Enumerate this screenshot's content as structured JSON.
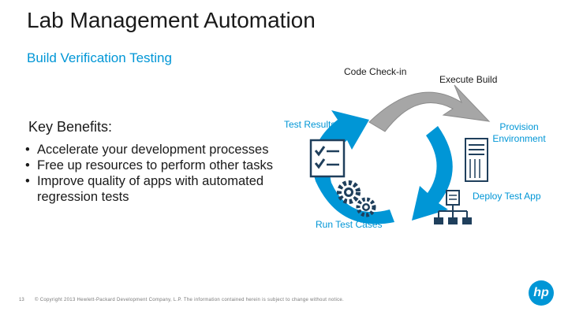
{
  "title": "Lab Management Automation",
  "subtitle": "Build Verification Testing",
  "key_benefits": {
    "heading": "Key Benefits:",
    "items": [
      "Accelerate your development processes",
      "Free up resources to perform other tasks",
      "Improve quality of apps with automated regression tests"
    ]
  },
  "cycle": {
    "steps": {
      "code_checkin": "Code Check-in",
      "execute_build": "Execute Build",
      "provision_environment": "Provision Environment",
      "deploy_test_app": "Deploy Test App",
      "run_test_cases": "Run Test Cases",
      "test_results": "Test Results"
    }
  },
  "footer": {
    "page_number": "13",
    "copyright": "© Copyright 2013 Hewlett-Packard Development Company, L.P. The information contained herein is subject to change without notice."
  },
  "logo_text": "hp",
  "colors": {
    "accent": "#0096d6",
    "arrow_gray": "#a6a6a6",
    "icon_dark": "#1f3f5c"
  }
}
